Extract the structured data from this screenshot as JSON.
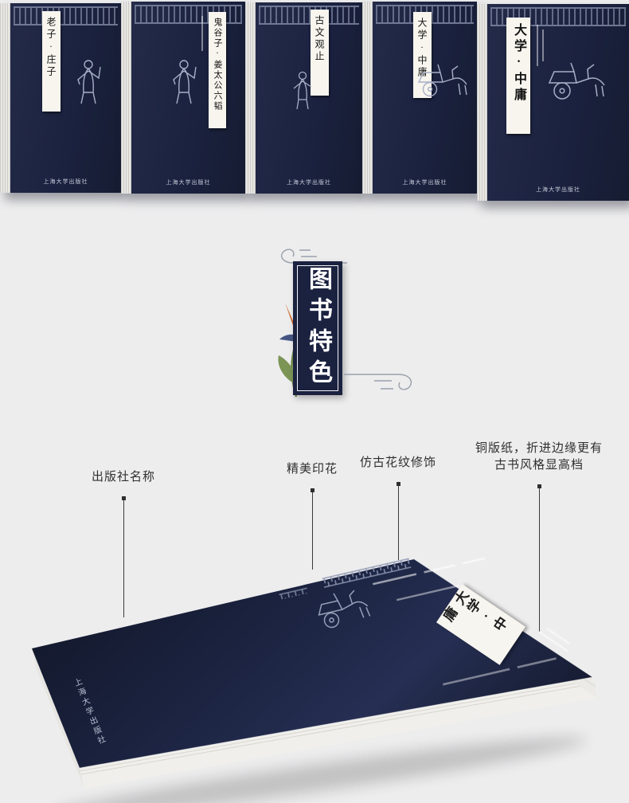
{
  "colors": {
    "background": "#ededee",
    "cover_navy": "#1b2240",
    "label_paper": "#f7f5ef",
    "flower_orange": "#e07b24",
    "callout_ink": "#2f2f2f"
  },
  "top_books": {
    "publisher": "上海大学出版社",
    "books": [
      {
        "title": "老子·庄子"
      },
      {
        "title": "鬼谷子·姜太公六韬"
      },
      {
        "title": "古文观止"
      },
      {
        "title": "大学·中庸"
      },
      {
        "title": "大学·中庸"
      }
    ]
  },
  "feature_banner": {
    "text": "图书特色"
  },
  "callouts": {
    "items": [
      {
        "label": "出版社名称"
      },
      {
        "label": "精美印花"
      },
      {
        "label": "仿古花纹修饰"
      },
      {
        "line1": "铜版纸，折进边缘更有",
        "line2": "古书风格显高档"
      }
    ]
  },
  "bottom_book": {
    "cover_title": "大学·中庸",
    "publisher": "上海大学出版社"
  }
}
